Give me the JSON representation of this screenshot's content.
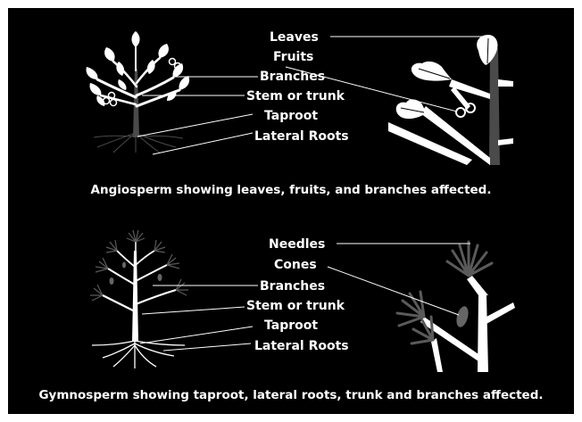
{
  "angiosperm": {
    "labels": {
      "leaves": "Leaves",
      "fruits": "Fruits",
      "branches": "Branches",
      "stem": "Stem or trunk",
      "taproot": "Taproot",
      "lateral_roots": "Lateral Roots"
    },
    "caption": "Angiosperm showing leaves, fruits, and branches affected."
  },
  "gymnosperm": {
    "labels": {
      "needles": "Needles",
      "cones": "Cones",
      "branches": "Branches",
      "stem": "Stem or trunk",
      "taproot": "Taproot",
      "lateral_roots": "Lateral Roots"
    },
    "caption": "Gymnosperm showing taproot, lateral roots, trunk and branches affected."
  },
  "colors": {
    "background": "#000000",
    "frame": "#ffffff",
    "highlight": "#ffffff",
    "trunk_unaffected": "#4a4a4a",
    "needle_unaffected": "#5a5a5a",
    "cone": "#666666"
  }
}
